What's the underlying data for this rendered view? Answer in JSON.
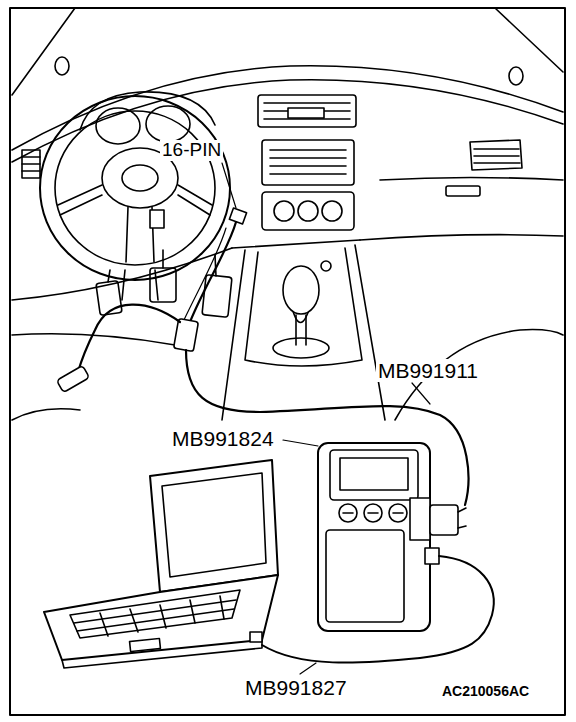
{
  "diagram": {
    "labels": [
      "16-PIN",
      "MB991911",
      "MB991824",
      "MB991827",
      "AC210056AC"
    ]
  }
}
